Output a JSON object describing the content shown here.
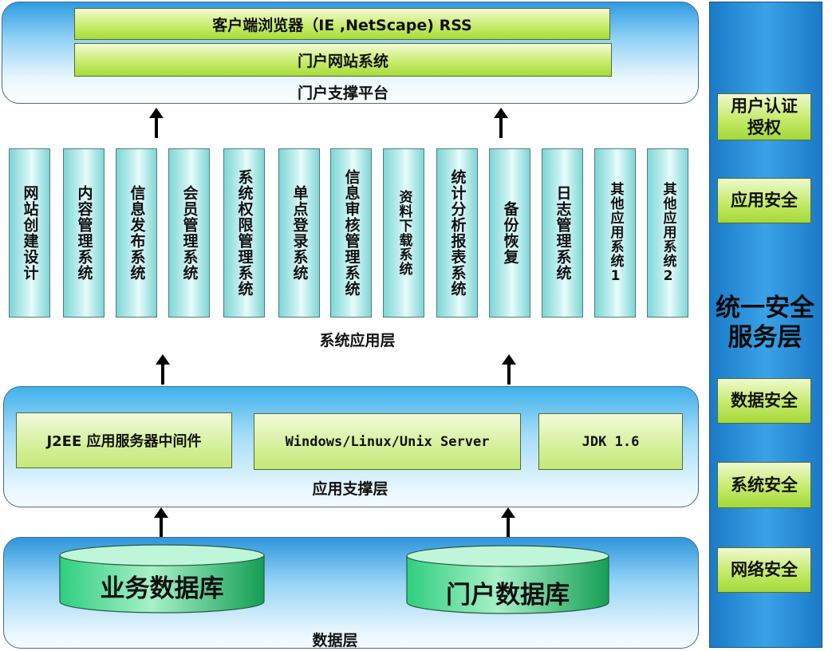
{
  "portal": {
    "browser_bar": "客户端浏览器（IE ,NetScape)  RSS",
    "portal_site_bar": "门户网站系统",
    "layer_label": "门户支撑平台"
  },
  "app_layer": {
    "label": "系统应用层",
    "systems": [
      "网站创建设计",
      "内容管理系统",
      "信息发布系统",
      "会员管理系统",
      "系统权限管理系统",
      "单点登录系统",
      "信息审核管理系统",
      "资料下载系统",
      "统计分析报表系统",
      "备份恢复",
      "日志管理系统",
      "其他应用系统1",
      "其他应用系统2"
    ]
  },
  "support_layer": {
    "label": "应用支撑层",
    "boxes": [
      "J2EE 应用服务器中间件",
      "Windows/Linux/Unix Server",
      "JDK 1.6"
    ]
  },
  "data_layer": {
    "label": "数据层",
    "databases": [
      "业务数据库",
      "门户数据库"
    ]
  },
  "security": {
    "title": "统一安全服务层",
    "items": [
      "用户认证授权",
      "应用安全",
      "数据安全",
      "系统安全",
      "网络安全"
    ]
  },
  "colors": {
    "panel_blue": "#2f9be0",
    "bar_green": "#a8dc3a",
    "system_teal": "#7fd6d6",
    "security_blue": "#1a7ac8",
    "db_green": "#1fb86a"
  }
}
